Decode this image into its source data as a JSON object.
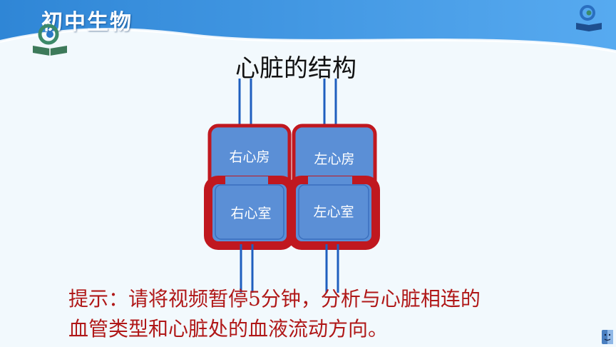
{
  "header": {
    "subject": "初中生物"
  },
  "slide": {
    "title": "心脏的结构"
  },
  "diagram": {
    "right_atrium": "右心房",
    "left_atrium": "左心房",
    "right_ventricle": "右心室",
    "left_ventricle": "左心室"
  },
  "hint": {
    "line1": "提示：请将视频暂停5分钟，分析与心脏相连的",
    "line2": "血管类型和心脏处的血液流动方向。"
  },
  "colors": {
    "banner": "#3a8fd8",
    "chamber": "#5b8fd6",
    "wall": "#c0181f",
    "vessel": "#1f5fbf",
    "hint": "#b01818"
  },
  "icons": [
    "book-logo-icon",
    "reading-logo-icon",
    "finder-icon"
  ]
}
